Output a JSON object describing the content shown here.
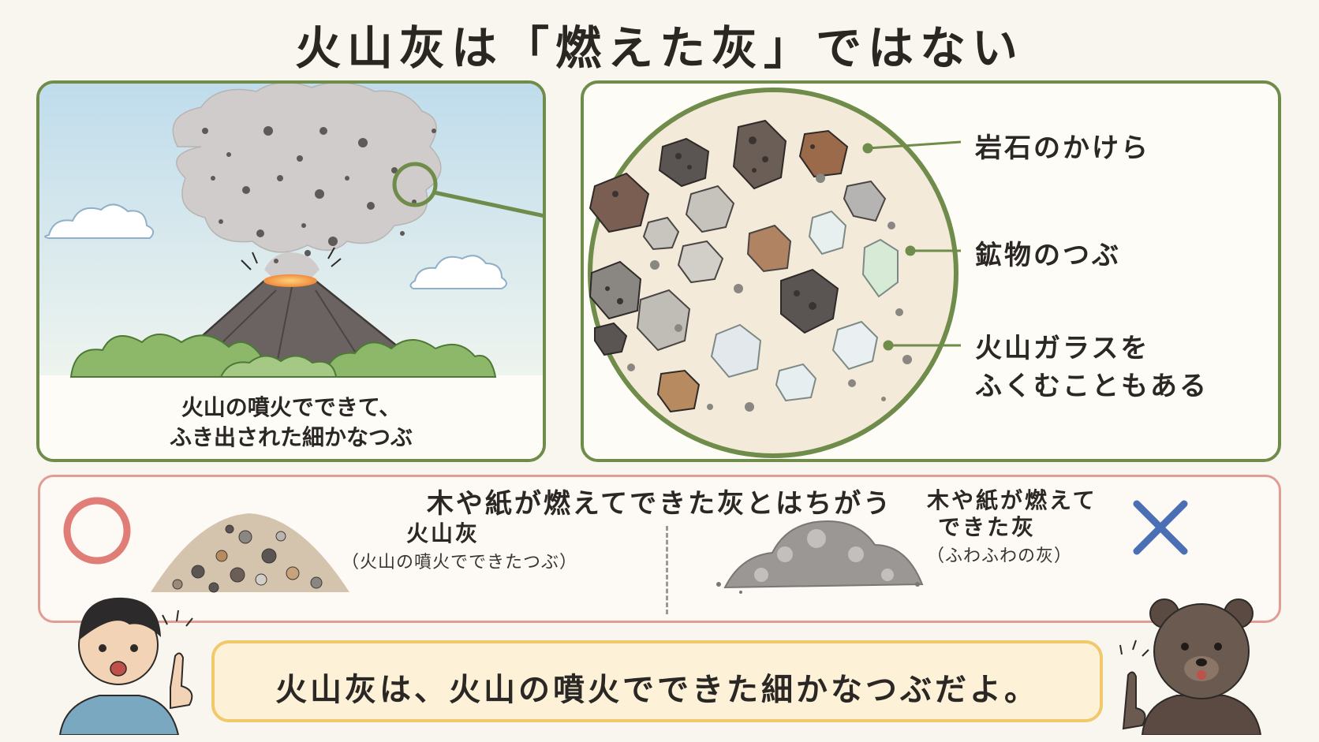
{
  "title": "火山灰は「燃えた灰」ではない",
  "volcano_panel": {
    "caption_line1": "火山の噴火でできて、",
    "caption_line2": "ふき出された細かなつぶ"
  },
  "magnified_panel": {
    "label_rock": "岩石のかけら",
    "label_mineral": "鉱物のつぶ",
    "label_glass_line1": "火山ガラスを",
    "label_glass_line2": "ふくむこともある"
  },
  "comparison": {
    "heading": "木や紙が燃えてできた灰とはちがう",
    "correct": {
      "mark": "○",
      "label": "火山灰",
      "sublabel": "（火山の噴火でできたつぶ）"
    },
    "incorrect": {
      "mark": "✕",
      "label_line1": "木や紙が燃えて",
      "label_line2": "できた灰",
      "sublabel": "（ふわふわの灰）"
    }
  },
  "summary": "火山灰は、火山の噴火でできた細かなつぶだよ。",
  "colors": {
    "panel_border": "#6f8c4a",
    "compare_border": "#e19c93",
    "summary_bg": "#fdf1d8",
    "summary_border": "#f2c86c",
    "circle_mark": "#e07d77",
    "cross_mark": "#4a6fb5"
  },
  "icons": {
    "correct_mark": "circle-mark-icon",
    "incorrect_mark": "cross-mark-icon",
    "boy": "boy-pointing-icon",
    "bear": "bear-pointing-icon"
  }
}
